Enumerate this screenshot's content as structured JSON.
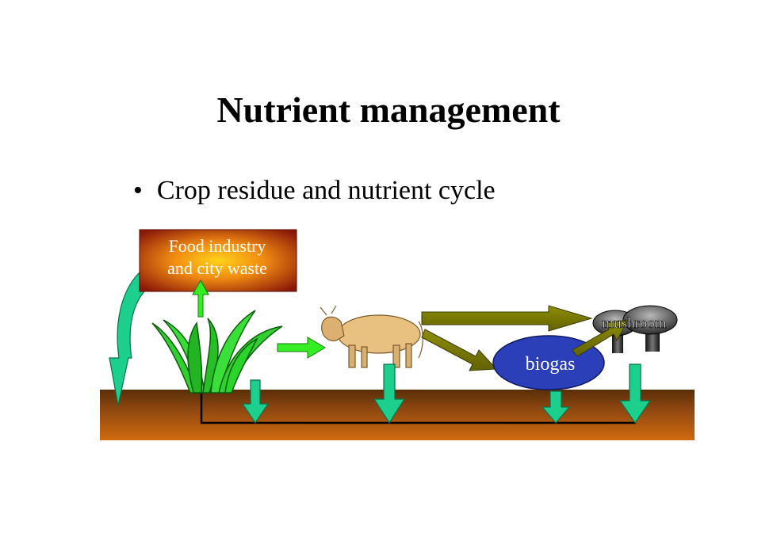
{
  "slide": {
    "title": "Nutrient management",
    "bullet": "Crop residue and nutrient cycle"
  },
  "diagram": {
    "food_box": {
      "line1": "Food industry",
      "line2": "and city waste"
    },
    "biogas_label": "biogas",
    "mushroom_label": "mushroom"
  },
  "colors": {
    "soil_top": "#5a2e08",
    "soil_bottom": "#d06a10",
    "arrow_teal": "#1ccf8c",
    "arrow_olive": "#7a7a00",
    "arrow_lime": "#33ee22",
    "biogas_fill": "#2a3fb8",
    "crop_green": "#2fd02f"
  }
}
